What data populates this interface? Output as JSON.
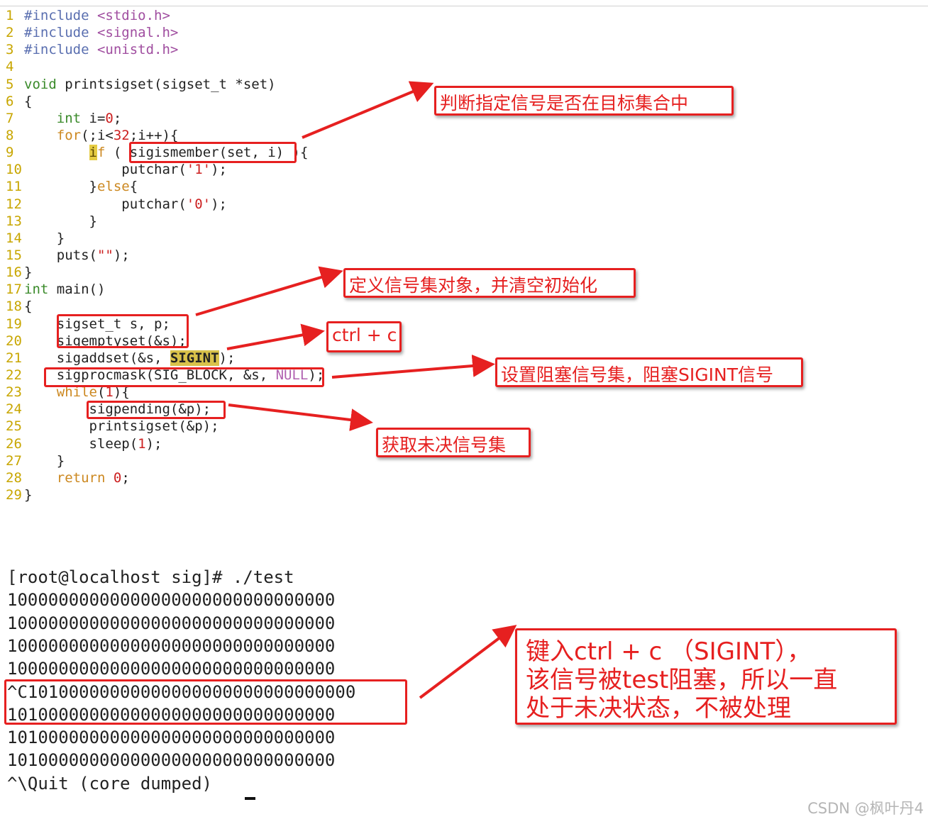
{
  "editor": {
    "lines": [
      {
        "n": "1",
        "parts": [
          {
            "t": "#include ",
            "c": "pp"
          },
          {
            "t": "<stdio.h>",
            "c": "inc"
          }
        ]
      },
      {
        "n": "2",
        "parts": [
          {
            "t": "#include ",
            "c": "pp"
          },
          {
            "t": "<signal.h>",
            "c": "inc"
          }
        ]
      },
      {
        "n": "3",
        "parts": [
          {
            "t": "#include ",
            "c": "pp"
          },
          {
            "t": "<unistd.h>",
            "c": "inc"
          }
        ]
      },
      {
        "n": "4",
        "parts": []
      },
      {
        "n": "5",
        "parts": [
          {
            "t": "void",
            "c": "kw"
          },
          {
            "t": " printsigset(sigset_t *set)",
            "c": ""
          }
        ]
      },
      {
        "n": "6",
        "parts": [
          {
            "t": "{",
            "c": ""
          }
        ]
      },
      {
        "n": "7",
        "parts": [
          {
            "t": "    ",
            "c": ""
          },
          {
            "t": "int",
            "c": "kw"
          },
          {
            "t": " i=",
            "c": ""
          },
          {
            "t": "0",
            "c": "num"
          },
          {
            "t": ";",
            "c": ""
          }
        ]
      },
      {
        "n": "8",
        "parts": [
          {
            "t": "    ",
            "c": ""
          },
          {
            "t": "for",
            "c": "key"
          },
          {
            "t": "(;i<",
            "c": ""
          },
          {
            "t": "32",
            "c": "num"
          },
          {
            "t": ";i++){",
            "c": ""
          }
        ]
      },
      {
        "n": "9",
        "parts": [
          {
            "t": "        ",
            "c": ""
          },
          {
            "t": "i",
            "c": "cur"
          },
          {
            "t": "f",
            "c": "key"
          },
          {
            "t": " ( sigismember(set, i) ){",
            "c": ""
          }
        ]
      },
      {
        "n": "10",
        "parts": [
          {
            "t": "            putchar(",
            "c": ""
          },
          {
            "t": "'1'",
            "c": "str"
          },
          {
            "t": ");",
            "c": ""
          }
        ]
      },
      {
        "n": "11",
        "parts": [
          {
            "t": "        }",
            "c": ""
          },
          {
            "t": "else",
            "c": "key"
          },
          {
            "t": "{",
            "c": ""
          }
        ]
      },
      {
        "n": "12",
        "parts": [
          {
            "t": "            putchar(",
            "c": ""
          },
          {
            "t": "'0'",
            "c": "str"
          },
          {
            "t": ");",
            "c": ""
          }
        ]
      },
      {
        "n": "13",
        "parts": [
          {
            "t": "        }",
            "c": ""
          }
        ]
      },
      {
        "n": "14",
        "parts": [
          {
            "t": "    }",
            "c": ""
          }
        ]
      },
      {
        "n": "15",
        "parts": [
          {
            "t": "    puts(",
            "c": ""
          },
          {
            "t": "\"\"",
            "c": "str"
          },
          {
            "t": ");",
            "c": ""
          }
        ]
      },
      {
        "n": "16",
        "parts": [
          {
            "t": "}",
            "c": ""
          }
        ]
      },
      {
        "n": "17",
        "parts": [
          {
            "t": "int",
            "c": "kw"
          },
          {
            "t": " main()",
            "c": ""
          }
        ]
      },
      {
        "n": "18",
        "parts": [
          {
            "t": "{",
            "c": ""
          }
        ]
      },
      {
        "n": "19",
        "parts": [
          {
            "t": "    sigset_t s, p;",
            "c": ""
          }
        ]
      },
      {
        "n": "20",
        "parts": [
          {
            "t": "    sigemptyset(&s);",
            "c": ""
          }
        ]
      },
      {
        "n": "21",
        "parts": [
          {
            "t": "    sigaddset(&s, ",
            "c": ""
          },
          {
            "t": "SIGINT",
            "c": "mac"
          },
          {
            "t": ");",
            "c": ""
          }
        ]
      },
      {
        "n": "22",
        "parts": [
          {
            "t": "    sigprocmask(SIG_BLOCK, &s, ",
            "c": ""
          },
          {
            "t": "NULL",
            "c": "null"
          },
          {
            "t": ");",
            "c": ""
          }
        ]
      },
      {
        "n": "23",
        "parts": [
          {
            "t": "    ",
            "c": ""
          },
          {
            "t": "while",
            "c": "key"
          },
          {
            "t": "(",
            "c": ""
          },
          {
            "t": "1",
            "c": "num"
          },
          {
            "t": "){",
            "c": ""
          }
        ]
      },
      {
        "n": "24",
        "parts": [
          {
            "t": "        sigpending(&p);",
            "c": ""
          }
        ]
      },
      {
        "n": "25",
        "parts": [
          {
            "t": "        printsigset(&p);",
            "c": ""
          }
        ]
      },
      {
        "n": "26",
        "parts": [
          {
            "t": "        sleep(",
            "c": ""
          },
          {
            "t": "1",
            "c": "num"
          },
          {
            "t": ");",
            "c": ""
          }
        ]
      },
      {
        "n": "27",
        "parts": [
          {
            "t": "    }",
            "c": ""
          }
        ]
      },
      {
        "n": "28",
        "parts": [
          {
            "t": "    ",
            "c": ""
          },
          {
            "t": "return",
            "c": "key"
          },
          {
            "t": " ",
            "c": ""
          },
          {
            "t": "0",
            "c": "num"
          },
          {
            "t": ";",
            "c": ""
          }
        ]
      },
      {
        "n": "29",
        "parts": [
          {
            "t": "}",
            "c": ""
          }
        ]
      }
    ]
  },
  "terminal": {
    "lines": [
      "[root@localhost sig]# ./test",
      "10000000000000000000000000000000",
      "10000000000000000000000000000000",
      "10000000000000000000000000000000",
      "10000000000000000000000000000000",
      "^C10100000000000000000000000000000",
      "10100000000000000000000000000000",
      "10100000000000000000000000000000",
      "10100000000000000000000000000000",
      "^\\Quit (core dumped)"
    ]
  },
  "annotations": {
    "sigismember": "判断指定信号是否在目标集合中",
    "sigset_decl": "定义信号集对象，并清空初始化",
    "sigaddset": "ctrl + c",
    "sigprocmask": "设置阻塞信号集，阻塞SIGINT信号",
    "sigpending": "获取未决信号集",
    "terminal_note": [
      "键入ctrl + c （SIGINT），",
      "该信号被test阻塞，所以一直",
      "处于未决状态，不被处理"
    ]
  },
  "colors": {
    "annotation_red": "#e62020"
  },
  "watermark": "CSDN @枫叶丹4"
}
